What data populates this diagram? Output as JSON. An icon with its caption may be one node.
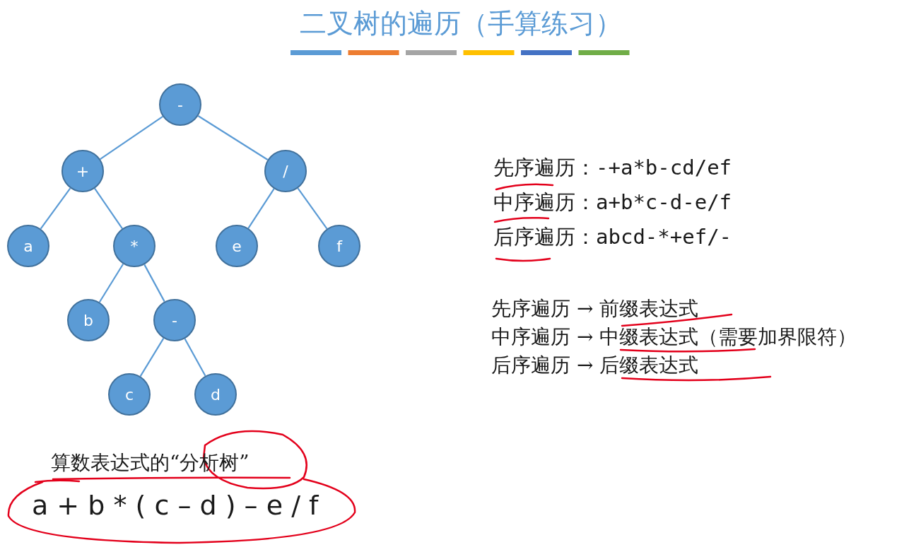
{
  "diagram": {
    "title": "二叉树的遍历（手算练习）",
    "nodes": [
      {
        "text": [
          "-"
        ]
      },
      {
        "text": [
          "+"
        ]
      },
      {
        "text": [
          "/"
        ]
      },
      {
        "text": [
          "a"
        ]
      },
      {
        "text": [
          "*"
        ]
      },
      {
        "text": [
          "e"
        ]
      },
      {
        "text": [
          "f"
        ]
      },
      {
        "text": [
          "b"
        ]
      },
      {
        "text": [
          "-"
        ]
      },
      {
        "text": [
          "c"
        ]
      },
      {
        "text": [
          "d"
        ]
      }
    ],
    "edges": [
      {
        "from": 0,
        "to": 1,
        "arrow": "none"
      },
      {
        "from": 0,
        "to": 2,
        "arrow": "none"
      },
      {
        "from": 1,
        "to": 3,
        "arrow": "none"
      },
      {
        "from": 1,
        "to": 4,
        "arrow": "none"
      },
      {
        "from": 2,
        "to": 5,
        "arrow": "none"
      },
      {
        "from": 2,
        "to": 6,
        "arrow": "none"
      },
      {
        "from": 4,
        "to": 7,
        "arrow": "none"
      },
      {
        "from": 4,
        "to": 8,
        "arrow": "none"
      },
      {
        "from": 8,
        "to": 9,
        "arrow": "none"
      },
      {
        "from": 8,
        "to": 10,
        "arrow": "none"
      }
    ],
    "labels": [
      "先序遍历：-+a*b-cd/ef",
      "中序遍历：a+b*c-d-e/f",
      "后序遍历：abcd-*+ef/-",
      "先序遍历 → 前缀表达式",
      "中序遍历 → 中缀表达式（需要加界限符）",
      "后序遍历 → 后缀表达式",
      "算数表达式的“分析树”",
      "a + b * ( c – d ) – e / f"
    ]
  }
}
